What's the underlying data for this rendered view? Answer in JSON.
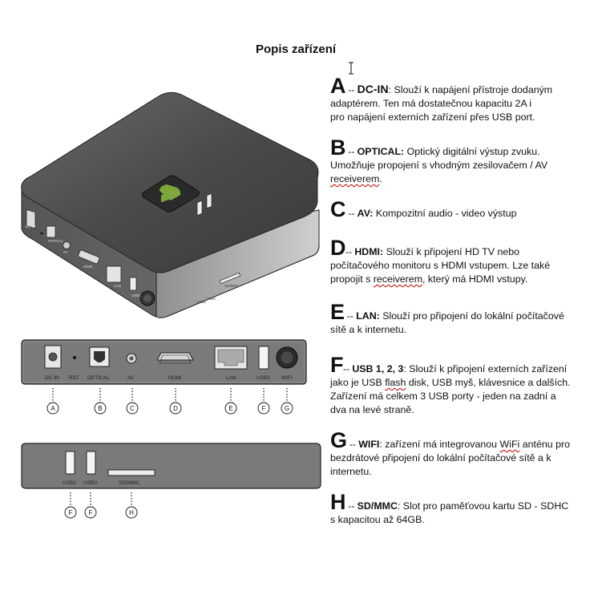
{
  "title": "Popis zařízení",
  "items": [
    {
      "letter": "A",
      "sep": " -- ",
      "term": "DC-IN",
      "rest": ": Slouží k napájení přístroje dodaným",
      "lines": [
        "adaptérem. Ten má dostatečnou kapacitu 2A i",
        "pro napájení externích zařízení přes USB port."
      ]
    },
    {
      "letter": "B",
      "sep": " -- ",
      "term": "OPTICAL:",
      "rest": " Optický digitální výstup zvuku.",
      "lines": [
        "Umožňuje propojení s vhodným zesilovačem / AV"
      ],
      "wavy": "receiverem",
      "wavy_after": "."
    },
    {
      "letter": "C",
      "sep": " -- ",
      "term": "AV:",
      "rest": " Kompozitní audio - video výstup",
      "lines": []
    },
    {
      "letter": "D",
      "sep": "-- ",
      "term": "HDMI:",
      "rest": " Slouží k připojení HD TV nebo",
      "lines": [
        "počítačového monitoru s HDMI vstupem. Lze také"
      ],
      "line3_pre": "propojit s ",
      "line3_wavy": "receiverem",
      "line3_post": ", který má HDMI vstupy."
    },
    {
      "letter": "E",
      "sep": " -- ",
      "term": "LAN:",
      "rest": " Slouží pro připojení do lokální počítačové",
      "lines": [
        "sítě a k internetu."
      ]
    },
    {
      "letter": "F",
      "sep": "-- ",
      "term": "USB 1, 2, 3",
      "rest": ": Slouží k připojení externích zařízení",
      "line2_pre": "jako je USB ",
      "line2_wavy": "flash",
      "line2_post": " disk, USB myš, klávesnice a dalších.",
      "lines": [
        "Zařízení má celkem 3 USB porty - jeden na zadní a",
        "dva na levé straně."
      ]
    },
    {
      "letter": "G",
      "sep": " -- ",
      "term": "WIFI",
      "rest_pre": ": zařízení má integrovanou ",
      "rest_wavy": "WiFi",
      "rest_post": " anténu pro",
      "lines": [
        "bezdrátové připojení do lokální počítačové sítě a k",
        "internetu."
      ]
    },
    {
      "letter": "H",
      "sep": "  -- ",
      "term": "SD/MMC",
      "rest": ": Slot pro paměťovou kartu SD - SDHC",
      "lines": [
        "s kapacitou až 64GB."
      ]
    }
  ],
  "rear_panel": {
    "ports": [
      "DC IN",
      "RST",
      "OPTICAL",
      "AV",
      "HDMI",
      "LAN",
      "USB1",
      "WIFI"
    ],
    "markers": [
      "A",
      "B",
      "C",
      "D",
      "E",
      "F",
      "G"
    ]
  },
  "side_panel": {
    "ports": [
      "USB2",
      "USB3",
      "SD/MMC"
    ],
    "markers": [
      "F",
      "F",
      "H"
    ]
  },
  "device_body_labels": [
    "DC IN",
    "OPTICAL",
    "AV",
    "HDMI",
    "LAN",
    "USB1",
    "USB2",
    "USB3",
    "SD/MMC"
  ]
}
